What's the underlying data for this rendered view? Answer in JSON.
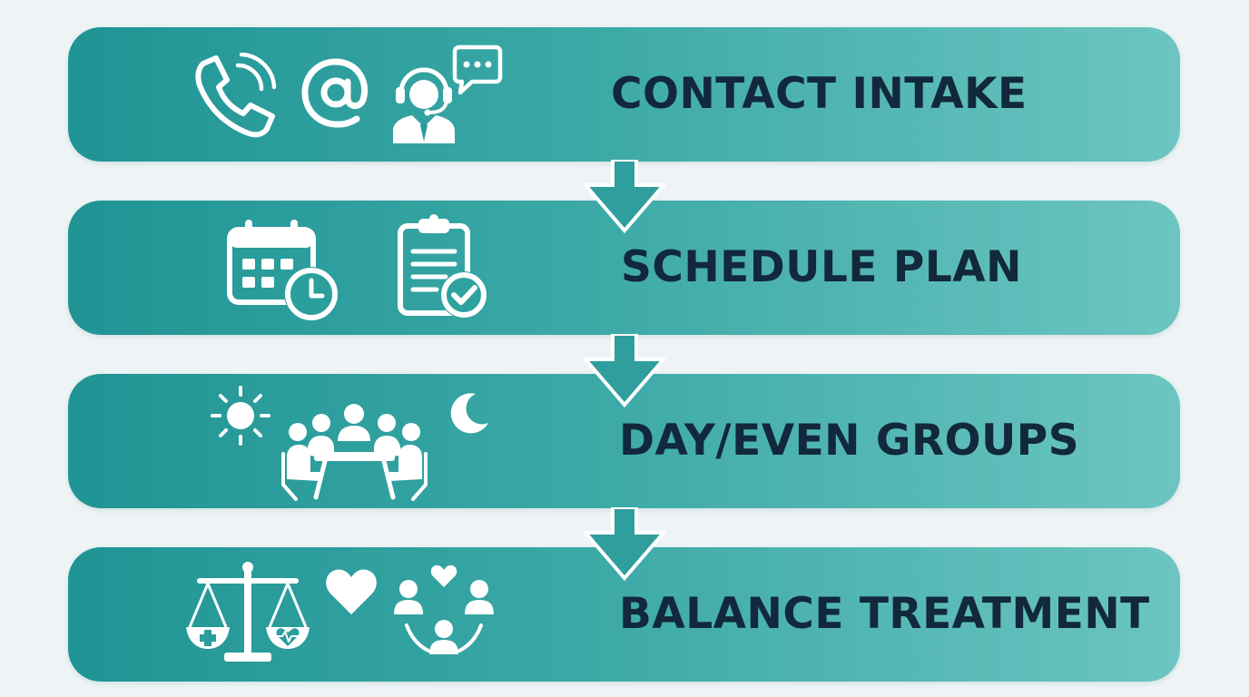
{
  "steps": [
    {
      "id": "contact-intake",
      "label": "CONTACT INTAKE",
      "icons": [
        "phone-icon",
        "at-sign-icon",
        "support-agent-icon",
        "chat-bubble-icon"
      ]
    },
    {
      "id": "schedule-plan",
      "label": "SCHEDULE PLAN",
      "icons": [
        "calendar-clock-icon",
        "clipboard-check-icon"
      ]
    },
    {
      "id": "day-even-groups",
      "label": "DAY/EVEN GROUPS",
      "icons": [
        "sun-icon",
        "group-meeting-icon",
        "moon-icon"
      ]
    },
    {
      "id": "balance-treatment",
      "label": "BALANCE TREATMENT",
      "icons": [
        "scale-icon",
        "heart-icon",
        "community-heart-icon"
      ]
    }
  ],
  "colors": {
    "band_start": "#1f9494",
    "band_end": "#6cc5c1",
    "text": "#12283c",
    "arrow": "#2f9e9d",
    "background": "#eef4f5"
  }
}
